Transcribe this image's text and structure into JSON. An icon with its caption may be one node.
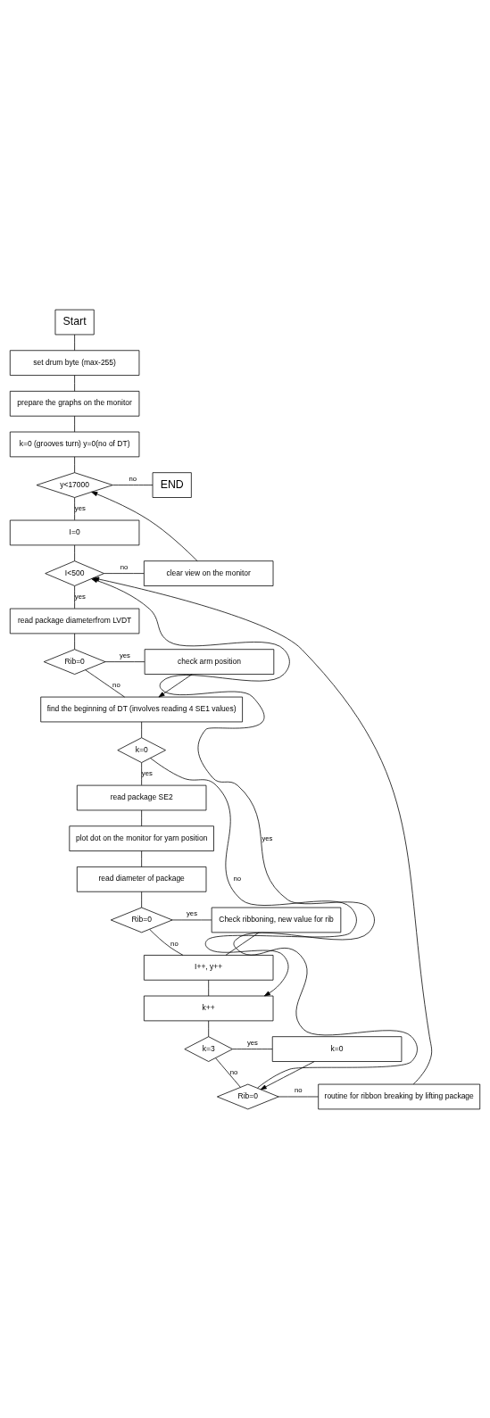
{
  "diagram": {
    "nodes": [
      {
        "text": [
          "Start"
        ]
      },
      {
        "text": [
          "set drum byte (max-255)"
        ]
      },
      {
        "text": [
          "prepare the graphs on the monitor"
        ]
      },
      {
        "text": [
          "k=0 (grooves turn) y=0(no of DT)"
        ]
      },
      {
        "text": [
          "y<17000"
        ]
      },
      {
        "text": [
          "END"
        ]
      },
      {
        "text": [
          "I=0"
        ]
      },
      {
        "text": [
          "I<500"
        ]
      },
      {
        "text": [
          "clear view on the monitor"
        ]
      },
      {
        "text": [
          "read package diameterfrom LVDT"
        ]
      },
      {
        "text": [
          "Rib=0"
        ]
      },
      {
        "text": [
          "check arm position"
        ]
      },
      {
        "text": [
          "find the beginning of DT (involves reading 4 SE1 values)"
        ]
      },
      {
        "text": [
          "k=0"
        ]
      },
      {
        "text": [
          "read package SE2"
        ]
      },
      {
        "text": [
          "plot dot on the monitor for yarn position"
        ]
      },
      {
        "text": [
          "read diameter of package"
        ]
      },
      {
        "text": [
          "Rib=0"
        ]
      },
      {
        "text": [
          "Check ribboning, new value for rib"
        ]
      },
      {
        "text": [
          "I++, y++"
        ]
      },
      {
        "text": [
          "k++"
        ]
      },
      {
        "text": [
          "k=3"
        ]
      },
      {
        "text": [
          "k=0"
        ]
      },
      {
        "text": [
          "Rib=0"
        ]
      },
      {
        "text": [
          "routine for ribbon breaking by lifting package"
        ]
      }
    ],
    "edges": [
      {
        "from": 0,
        "to": 1,
        "arrow": "none"
      },
      {
        "from": 1,
        "to": 2,
        "arrow": "none"
      },
      {
        "from": 2,
        "to": 3,
        "arrow": "none"
      },
      {
        "from": 3,
        "to": 4,
        "arrow": "none"
      },
      {
        "from": 4,
        "to": 5,
        "arrow": "none",
        "label": "no"
      },
      {
        "from": 4,
        "to": 6,
        "arrow": "none",
        "label": "yes"
      },
      {
        "from": 6,
        "to": 7,
        "arrow": "none"
      },
      {
        "from": 7,
        "to": 8,
        "arrow": "none",
        "label": "no"
      },
      {
        "from": 8,
        "to": 4,
        "arrow": "to"
      },
      {
        "from": 7,
        "to": 9,
        "arrow": "none",
        "label": "yes"
      },
      {
        "from": 9,
        "to": 10,
        "arrow": "none"
      },
      {
        "from": 10,
        "to": 11,
        "arrow": "none",
        "label": "yes"
      },
      {
        "from": 11,
        "to": 12,
        "arrow": "to"
      },
      {
        "from": 10,
        "to": 12,
        "arrow": "none",
        "label": "no"
      },
      {
        "from": 12,
        "to": 13,
        "arrow": "none"
      },
      {
        "from": 13,
        "to": 20,
        "arrow": "to",
        "label": "no"
      },
      {
        "from": 13,
        "to": 14,
        "arrow": "none",
        "label": "yes"
      },
      {
        "from": 14,
        "to": 15,
        "arrow": "none"
      },
      {
        "from": 15,
        "to": 16,
        "arrow": "none"
      },
      {
        "from": 16,
        "to": 17,
        "arrow": "none"
      },
      {
        "from": 17,
        "to": 18,
        "arrow": "none",
        "label": "yes"
      },
      {
        "from": 17,
        "to": 19,
        "arrow": "none",
        "label": "no"
      },
      {
        "from": 18,
        "to": 19,
        "arrow": "none"
      },
      {
        "from": 19,
        "to": 20,
        "arrow": "none"
      },
      {
        "from": 20,
        "to": 21,
        "arrow": "none"
      },
      {
        "from": 21,
        "to": 22,
        "arrow": "none",
        "label": "yes"
      },
      {
        "from": 22,
        "to": 23,
        "arrow": "to"
      },
      {
        "from": 21,
        "to": 23,
        "arrow": "none",
        "label": "no"
      },
      {
        "from": 23,
        "to": 24,
        "arrow": "none",
        "label": "no"
      },
      {
        "from": 23,
        "to": 7,
        "arrow": "to",
        "label": "yes"
      },
      {
        "from": 24,
        "to": 7,
        "arrow": "to"
      }
    ]
  }
}
